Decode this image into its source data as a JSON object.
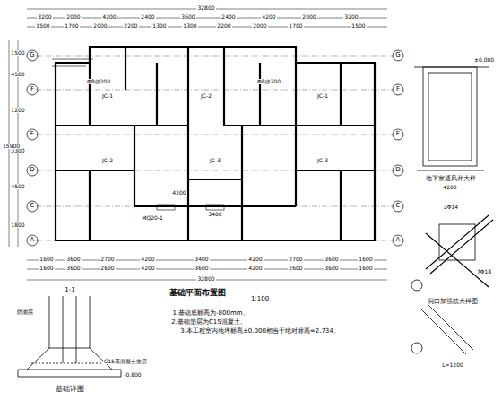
{
  "diagram": {
    "title": "基础平面布置图",
    "labels": [
      "3200",
      "2000",
      "4200",
      "2400",
      "3600",
      "2400",
      "4200",
      "2000",
      "3200",
      "32800",
      "1500",
      "1700",
      "2000",
      "2200",
      "1300",
      "1300",
      "2200",
      "2000",
      "1700",
      "1500",
      "1600",
      "3600",
      "2700",
      "4200",
      "3400",
      "4200",
      "2700",
      "3600",
      "1600",
      "1600",
      "3600",
      "2600",
      "4200",
      "3600",
      "4200",
      "2600",
      "3600",
      "1600",
      "32800",
      "G",
      "F",
      "E",
      "D",
      "C",
      "A",
      "G",
      "F",
      "E",
      "D",
      "C",
      "A",
      "1500",
      "4500",
      "1200",
      "3300",
      "4500",
      "1800",
      "15900",
      "1:100",
      "1.基础底标高为-800mm。",
      "2.基础垫层为C15混凝土。",
      "3.本工程室内地坪标高±0.000相当于绝对标高=2.734。",
      "JC-1",
      "JC-2",
      "JC-1",
      "JC-2",
      "JC-3",
      "JC-3",
      "Φ8@200",
      "Φ8@200",
      "3400",
      "4200",
      "MQ20-1",
      "基础详图",
      "1-1",
      "防潮层",
      "C15素混凝土垫层",
      "-0.800",
      "地下室通风井大样",
      "±0.000",
      "4200",
      "洞口加强筋大样图",
      "2Φ14",
      "L=1200",
      "7Φ18"
    ]
  }
}
